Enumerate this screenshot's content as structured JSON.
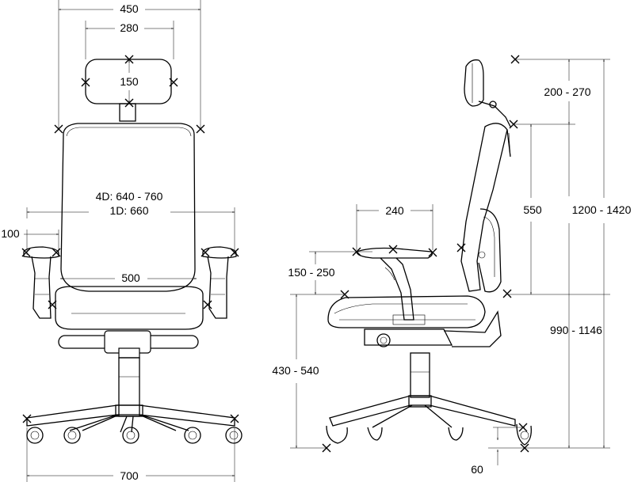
{
  "front": {
    "overall_width": "450",
    "headrest_width": "280",
    "headrest_height": "150",
    "backrest_width": "4D: 640 - 760",
    "backrest_width_alt": "1D: 660",
    "armrest_offset": "100",
    "seat_width": "500",
    "base_width": "700"
  },
  "side": {
    "headrest_adjust": "200 - 270",
    "armrest_depth": "240",
    "backrest_height": "550",
    "overall_height": "1200 - 1420",
    "armrest_adjust": "150 - 250",
    "armrest_height": "990 - 1146",
    "seat_height": "430 - 540",
    "caster_height": "60"
  }
}
